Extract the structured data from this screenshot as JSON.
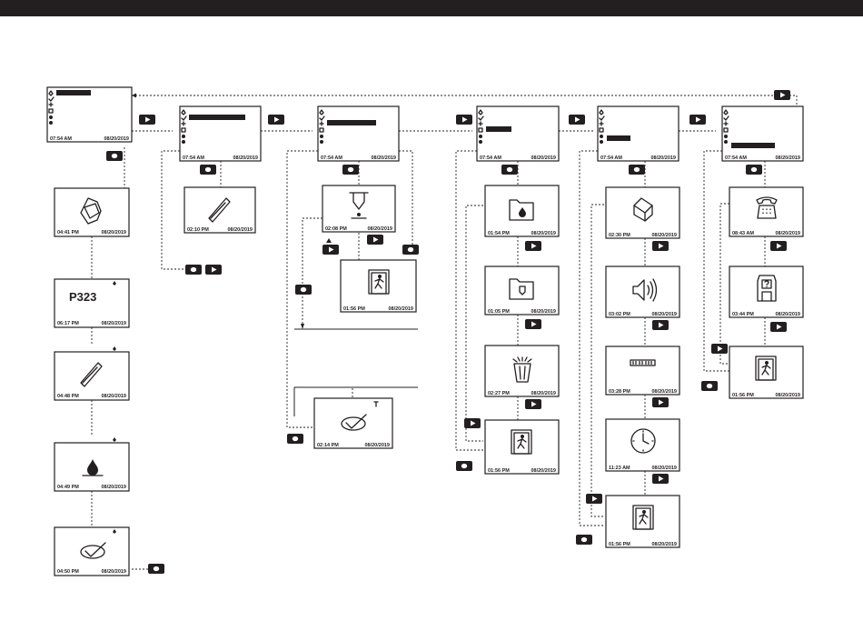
{
  "main_screens": [
    {
      "time": "07:54 AM",
      "date": "08/20/2019"
    },
    {
      "time": "07:54 AM",
      "date": "08/20/2019"
    },
    {
      "time": "07:54 AM",
      "date": "08/20/2019"
    },
    {
      "time": "07:54 AM",
      "date": "08/20/2019"
    },
    {
      "time": "07:54 AM",
      "date": "08/20/2019"
    },
    {
      "time": "07:54 AM",
      "date": "08/20/2019"
    }
  ],
  "col1": [
    {
      "time": "04:41 PM",
      "date": "08/20/2019",
      "icon": "sensor-icon"
    },
    {
      "time": "06:17 PM",
      "date": "08/20/2019",
      "icon": "program-text",
      "label": "P323"
    },
    {
      "time": "04:48 PM",
      "date": "08/20/2019",
      "icon": "test-strip-icon"
    },
    {
      "time": "04:49 PM",
      "date": "08/20/2019",
      "icon": "drop-icon"
    },
    {
      "time": "04:50 PM",
      "date": "08/20/2019",
      "icon": "check-icon"
    }
  ],
  "col2": [
    {
      "time": "02:10 PM",
      "date": "08/20/2019",
      "icon": "test-strip-icon"
    }
  ],
  "col3": [
    {
      "time": "02:08 PM",
      "date": "08/20/2019",
      "icon": "control-solution-icon"
    },
    {
      "time": "01:56 PM",
      "date": "08/20/2019",
      "icon": "exit-icon"
    },
    {
      "time": "02:14 PM",
      "date": "08/20/2019",
      "icon": "check-icon"
    }
  ],
  "col4": [
    {
      "time": "01:54 PM",
      "date": "08/20/2019",
      "icon": "folder-drop-icon"
    },
    {
      "time": "01:05 PM",
      "date": "08/20/2019",
      "icon": "folder-vial-icon"
    },
    {
      "time": "02:27 PM",
      "date": "08/20/2019",
      "icon": "trash-icon"
    },
    {
      "time": "01:56 PM",
      "date": "08/20/2019",
      "icon": "exit-icon"
    }
  ],
  "col5": [
    {
      "time": "02:30 PM",
      "date": "08/20/2019",
      "icon": "cube-icon"
    },
    {
      "time": "03:02 PM",
      "date": "08/20/2019",
      "icon": "speaker-icon"
    },
    {
      "time": "03:28 PM",
      "date": "08/20/2019",
      "icon": "date-field-icon"
    },
    {
      "time": "11:23 AM",
      "date": "08/20/2019",
      "icon": "clock-icon"
    },
    {
      "time": "01:56 PM",
      "date": "08/20/2019",
      "icon": "exit-icon"
    }
  ],
  "col6": [
    {
      "time": "08:43 AM",
      "date": "08/20/2019",
      "icon": "phone-icon"
    },
    {
      "time": "03:44 PM",
      "date": "08/20/2019",
      "icon": "help-device-icon"
    },
    {
      "time": "01:56 PM",
      "date": "08/20/2019",
      "icon": "exit-icon"
    }
  ]
}
